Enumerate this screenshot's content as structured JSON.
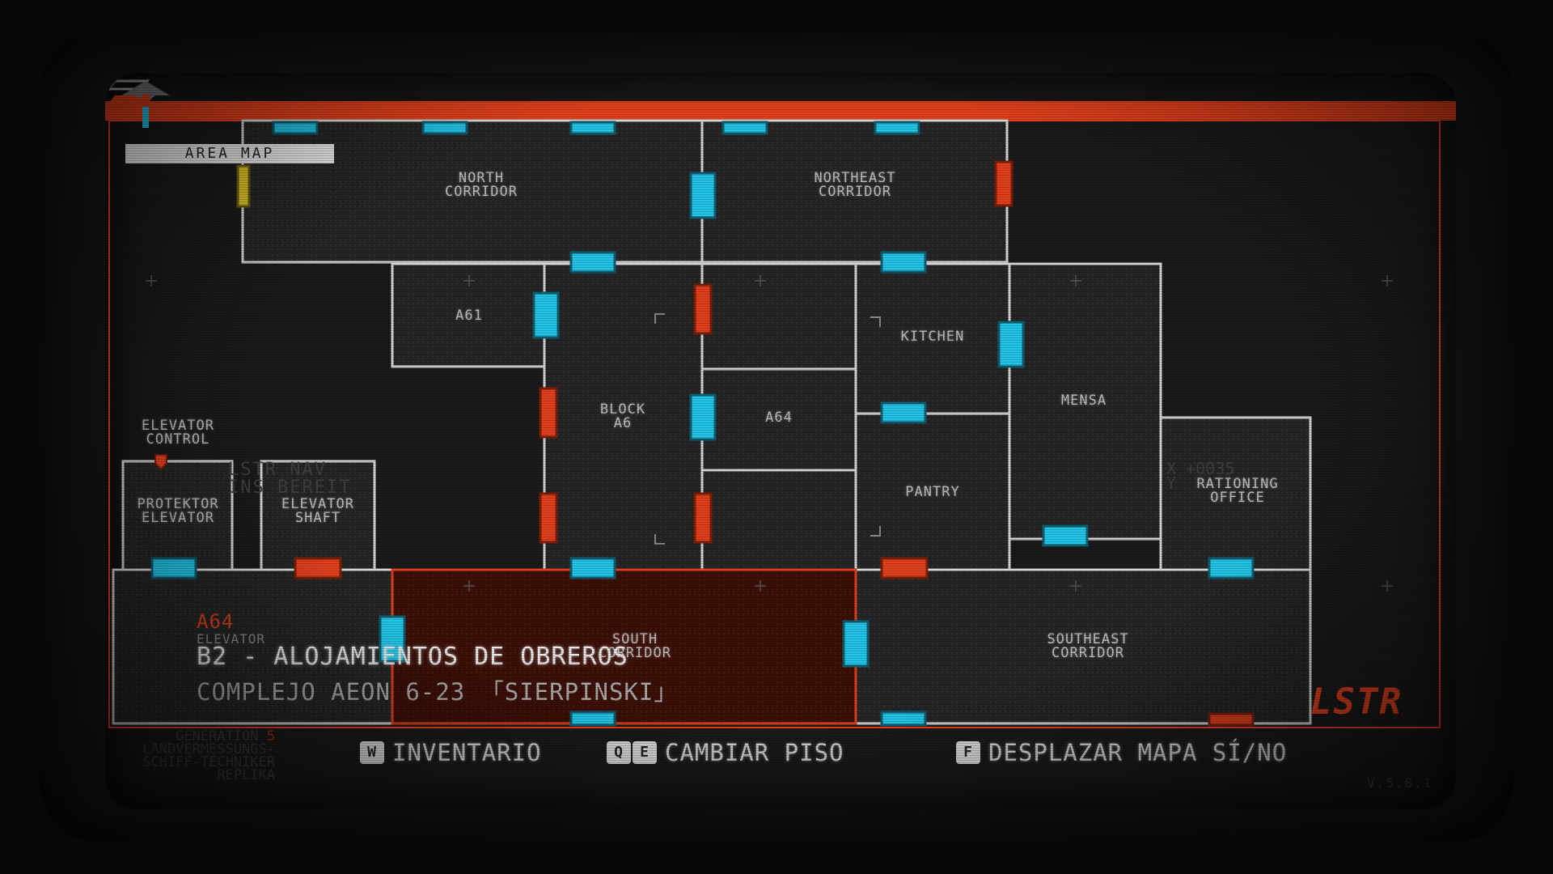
{
  "screen": {
    "tab_title": "AREA MAP",
    "accent_color": "#e2401c",
    "door_open_color": "#23c6e8",
    "door_locked_color": "#e2401c",
    "door_key_color": "#d8c028"
  },
  "rooms": {
    "north_corridor": "NORTH\nCORRIDOR",
    "northeast_corridor": "NORTHEAST\nCORRIDOR",
    "a61": "A61",
    "block_a6": "BLOCK\nA6",
    "a64_room": "A64",
    "kitchen": "KITCHEN",
    "pantry": "PANTRY",
    "mensa": "MENSA",
    "rationing_office": "RATIONING\nOFFICE",
    "elevator_control": "ELEVATOR\nCONTROL",
    "protektor_elevator": "PROTEKTOR\nELEVATOR",
    "elevator_shaft": "ELEVATOR\nSHAFT",
    "south_corridor": "SOUTH\nCORRIDOR",
    "southeast_corridor": "SOUTHEAST\nCORRIDOR"
  },
  "overlay": {
    "lstr_nav": "LSTR NAV\nINS BEREIT",
    "coords": "X +0035\nY"
  },
  "floor": {
    "sub_code": "A64",
    "sub_label": "ELEVATOR",
    "main": "B2 - ALOJAMIENTOS DE OBREROS",
    "complex": "COMPLEJO AEON 6-23 「SIERPINSKI」"
  },
  "hints": {
    "inventory_key": "W",
    "inventory_label": "INVENTARIO",
    "floor_key_1": "Q",
    "floor_key_2": "E",
    "floor_label": "CAMBIAR PISO",
    "scroll_key": "F",
    "scroll_label": "DESPLAZAR MAPA SÍ/NO"
  },
  "ghost": {
    "line1_a": "GENERATION ",
    "line1_b": "5",
    "line2": "LANDVERMESSUNGS-",
    "line3": "SCHIFF-TECHNIKER",
    "line4": "REPLIKA"
  },
  "brand": {
    "logo": "LSTR",
    "version": "V.5.8.1"
  }
}
